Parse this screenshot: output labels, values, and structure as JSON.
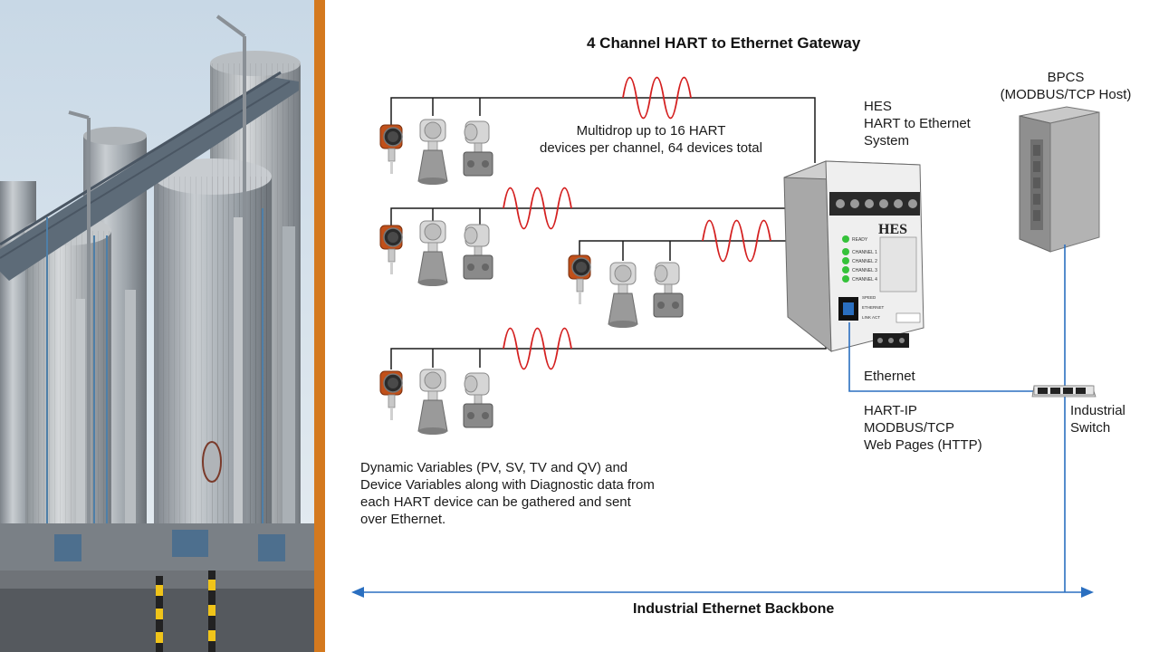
{
  "title": "4 Channel HART to Ethernet Gateway",
  "multidrop_text": "Multidrop up to 16 HART\ndevices per channel, 64 devices total",
  "hes_text": "HES\nHART to Ethernet\nSystem",
  "bpcs_text": "BPCS\n(MODBUS/TCP Host)",
  "ethernet_label": "Ethernet",
  "protocols_text": "HART-IP\nMODBUS/TCP\nWeb Pages (HTTP)",
  "switch_label": "Industrial\nSwitch",
  "dynamic_text": "Dynamic Variables (PV, SV, TV and QV) and\nDevice Variables along with Diagnostic data from\neach HART device can be gathered and sent\nover Ethernet.",
  "backbone_label": "Industrial Ethernet Backbone",
  "module": {
    "brand": "HES",
    "leds": [
      "READY",
      "CHANNEL 1",
      "CHANNEL 2",
      "CHANNEL 3",
      "CHANNEL 4"
    ],
    "port_labels": [
      "SPEED",
      "ETHERNET",
      "LINK ACT"
    ]
  },
  "colors": {
    "accent_divider": "#d4791e",
    "hart_signal": "#d42020",
    "ethernet_line": "#2a6fc0",
    "led_green": "#35c23a"
  }
}
